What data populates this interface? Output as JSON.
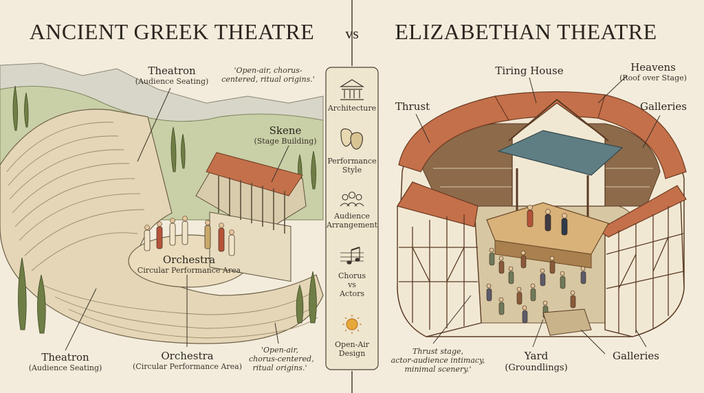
{
  "titles": {
    "left": "ANCIENT GREEK THEATRE",
    "vs": "vs",
    "right": "ELIZABETHAN THEATRE"
  },
  "greek": {
    "theatron_top": {
      "name": "Theatron",
      "sub": "(Audience Seating)"
    },
    "note_top": [
      "'Open-air, chorus-",
      "centered, ritual origins.'"
    ],
    "skene": {
      "name": "Skene",
      "sub": "(Stage Building)"
    },
    "orchestra_mid": {
      "name": "Orchestra",
      "sub": "Circular Performance Area"
    },
    "theatron_bottom": {
      "name": "Theatron",
      "sub": "(Audience Seating)"
    },
    "orchestra_bottom": {
      "name": "Orchestra",
      "sub": "(Circular Performance Area)"
    },
    "note_bottom": [
      "'Open-air,",
      "chorus-centered,",
      "ritual origins.'"
    ]
  },
  "panel": {
    "items": [
      {
        "icon": "temple-icon",
        "lines": [
          "Architecture"
        ]
      },
      {
        "icon": "theatre-masks-icon",
        "lines": [
          "Performance",
          "Style"
        ]
      },
      {
        "icon": "audience-icon",
        "lines": [
          "Audience",
          "Arrangement"
        ]
      },
      {
        "icon": "music-notes-icon",
        "lines": [
          "Chorus",
          "vs",
          "Actors"
        ]
      },
      {
        "icon": "sun-icon",
        "lines": [
          "Open-Air",
          "Design"
        ]
      }
    ]
  },
  "elizabethan": {
    "tiring_house": {
      "name": "Tiring House"
    },
    "heavens": {
      "name": "Heavens",
      "sub": "(Roof over Stage)"
    },
    "thrust": {
      "name": "Thrust"
    },
    "galleries_top": {
      "name": "Galleries"
    },
    "note_bottom": [
      "Thrust stage,",
      "actor-audience intimacy,",
      "minimal scenery.'"
    ],
    "yard": {
      "name": "Yard",
      "sub": "(Groundlings)"
    },
    "galleries_bottom": {
      "name": "Galleries"
    }
  },
  "colors": {
    "background": "#f3ecdc",
    "stone": "#e4d6b6",
    "roof_tile": "#c4704a",
    "timber": "#5a3a24",
    "plaster": "#f1e8d3",
    "panel": "#efe6cf"
  }
}
